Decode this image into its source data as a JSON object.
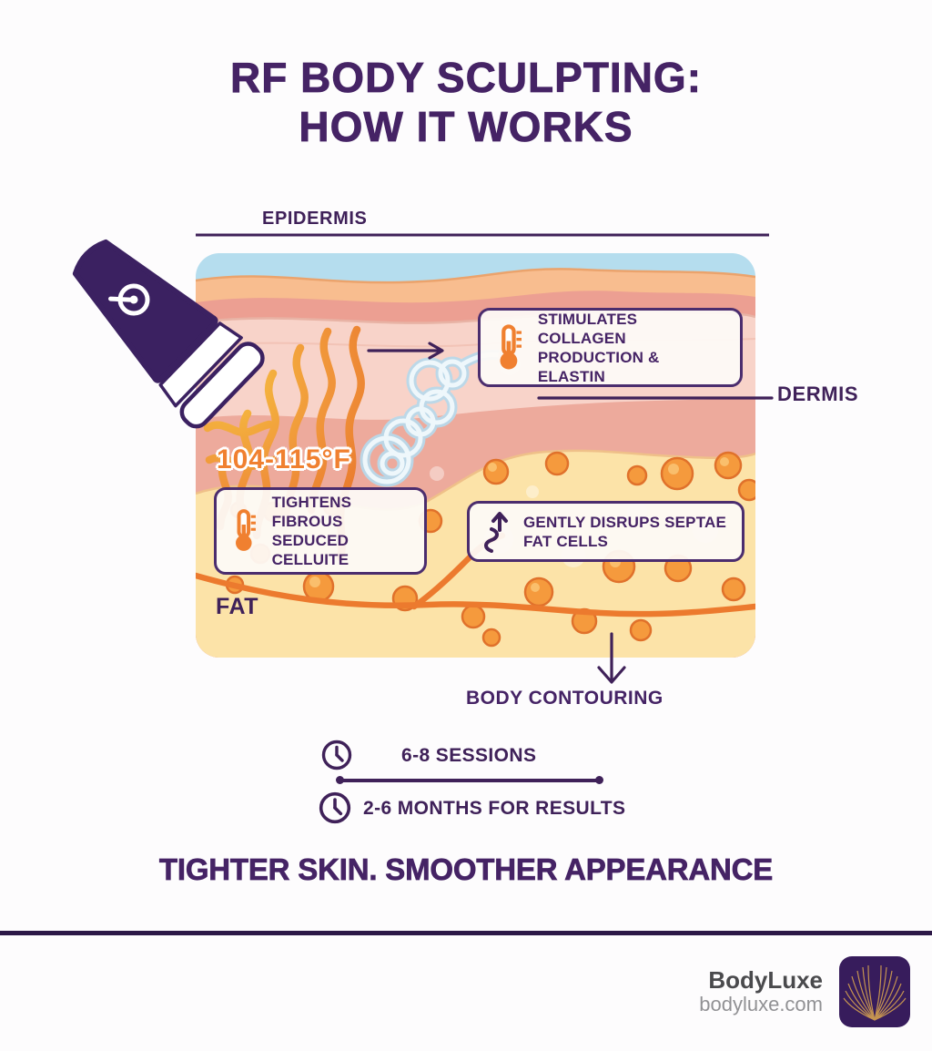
{
  "title": {
    "line1": "RF BODY SCULPTING:",
    "line2": "HOW IT WORKS"
  },
  "diagram": {
    "epidermis_label": "EPIDERMIS",
    "dermis_label": "DERMIS",
    "fat_label": "FAT",
    "temperature": "104-115°F",
    "callouts": {
      "collagen": {
        "line1": "STIMULATES COLLAGEN",
        "line2": "PRODUCTION &",
        "line3": "ELASTIN"
      },
      "cellulite": {
        "line1": "TIGHTENS",
        "line2": "FIBROUS SEDUCED",
        "line3": "CELLUITE"
      },
      "septae": {
        "line1": "GENTLY DISRUPS SEPTAE",
        "line2": "FAT CELLS"
      }
    },
    "body_contouring_label": "BODY CONTOURING"
  },
  "timeline": {
    "sessions": "6-8 SESSIONS",
    "results": "2-6 MONTHS FOR RESULTS"
  },
  "tagline": "TIGHTER SKIN. SMOOTHER APPEARANCE",
  "footer": {
    "brand": "BodyLuxe",
    "website": "bodyluxe.com"
  },
  "icons": {
    "device": "power-icon",
    "heat_boxes": "thermometer-icon",
    "septae_box": "wave-arrow-up-icon",
    "timeline": "clock-icon",
    "logo": "wings-logo-icon"
  },
  "colors": {
    "accent_purple": "#452365",
    "line_purple": "#3f2159",
    "heat_orange": "#f08030",
    "epidermis_blue": "#b5ddee",
    "dermis_pink": "#f8d3c9",
    "fat_yellow": "#fce3a8",
    "fat_cell_orange": "#f59a3d",
    "logo_bg": "#371c5c",
    "logo_gold": "#d4a050"
  }
}
